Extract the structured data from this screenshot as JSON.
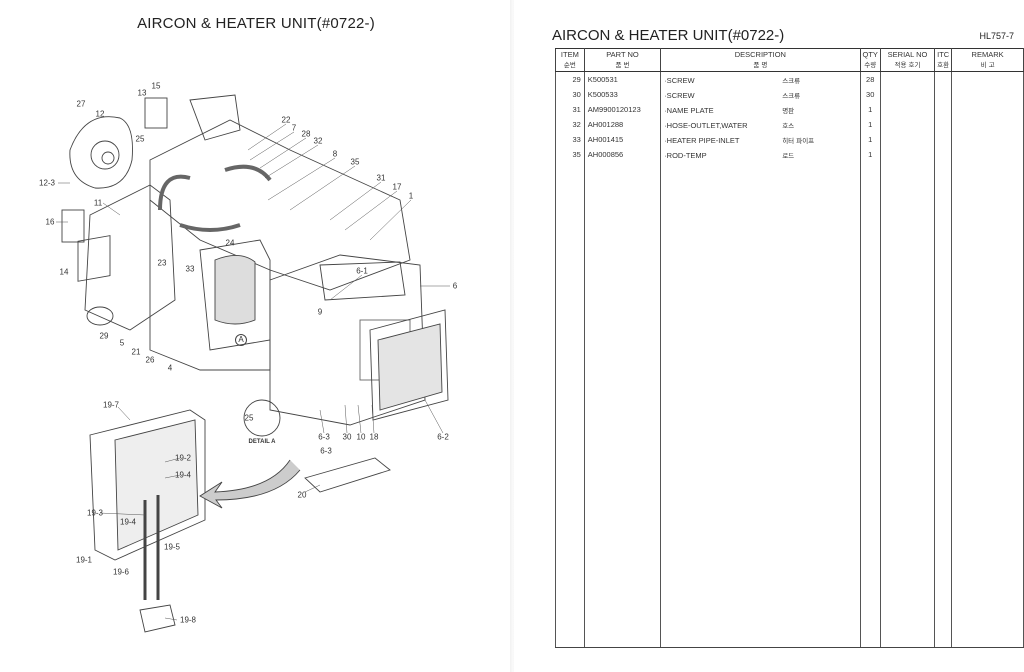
{
  "left_page": {
    "title": "AIRCON & HEATER UNIT(#0722-)",
    "callouts": [
      "15",
      "13",
      "27",
      "12",
      "25",
      "22",
      "7",
      "28",
      "32",
      "8",
      "35",
      "31",
      "17",
      "1",
      "12-3",
      "11",
      "16",
      "14",
      "23",
      "33",
      "24",
      "6-1",
      "6",
      "9",
      "29",
      "5",
      "21",
      "26",
      "4",
      "A",
      "25",
      "DETAIL A",
      "19-7",
      "19-2",
      "19-4",
      "19-3",
      "19-4",
      "19-5",
      "19-1",
      "19-6",
      "19-8",
      "20",
      "6-3",
      "30",
      "10",
      "18",
      "6-2",
      "6-3"
    ]
  },
  "right_page": {
    "title": "AIRCON & HEATER UNIT(#0722-)",
    "code": "HL757-7",
    "columns": [
      {
        "en": "ITEM",
        "ko": "순번"
      },
      {
        "en": "PART NO",
        "ko": "품  번"
      },
      {
        "en": "DESCRIPTION",
        "ko": "품        명"
      },
      {
        "en": "QTY",
        "ko": "수량"
      },
      {
        "en": "SERIAL NO",
        "ko": "적용 호기"
      },
      {
        "en": "ITC",
        "ko": "호환"
      },
      {
        "en": "REMARK",
        "ko": "비   고"
      }
    ],
    "rows": [
      {
        "item": "29",
        "part_no": "K500531",
        "desc": "·SCREW",
        "desc_ko": "스크류",
        "qty": "28"
      },
      {
        "item": "30",
        "part_no": "K500533",
        "desc": "·SCREW",
        "desc_ko": "스크류",
        "qty": "30"
      },
      {
        "item": "31",
        "part_no": "AM9900120123",
        "desc": "·NAME PLATE",
        "desc_ko": "명판",
        "qty": "1"
      },
      {
        "item": "32",
        "part_no": "AH001288",
        "desc": "·HOSE-OUTLET,WATER",
        "desc_ko": "호스",
        "qty": "1"
      },
      {
        "item": "33",
        "part_no": "AH001415",
        "desc": "·HEATER PIPE-INLET",
        "desc_ko": "히터 파이프",
        "qty": "1"
      },
      {
        "item": "35",
        "part_no": "AH000856",
        "desc": "·ROD-TEMP",
        "desc_ko": "로드",
        "qty": "1"
      }
    ]
  }
}
